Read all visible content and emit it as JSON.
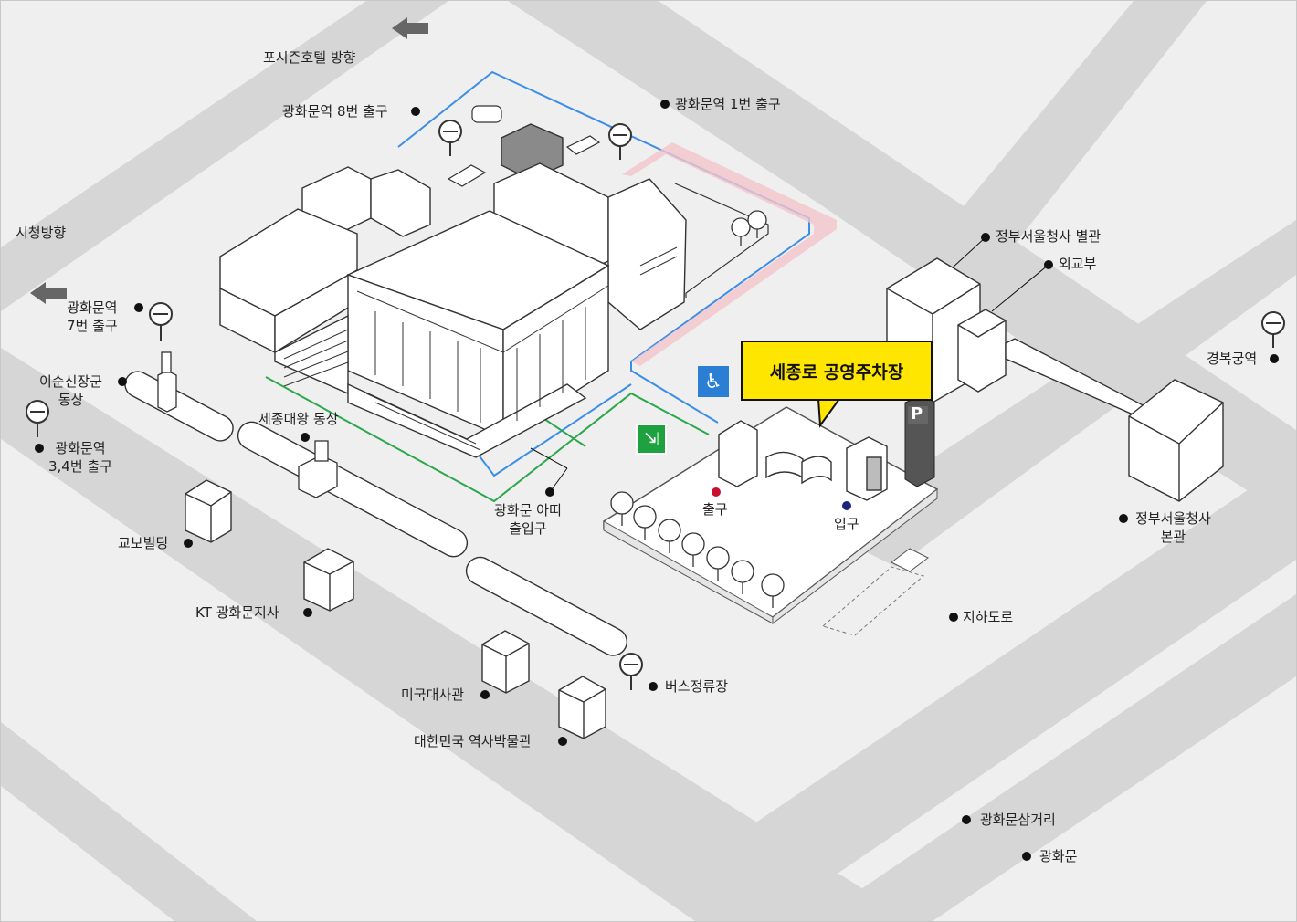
{
  "colors": {
    "road": "#d6d6d6",
    "ground": "#efefef",
    "building": "#ffffff",
    "callout": "#ffe600",
    "route_blue": "#3b8ee8",
    "route_green": "#2aa84a",
    "route_red": "#e7a9b2",
    "exit_dot": "#c8102e",
    "entry_dot": "#1a237e"
  },
  "labels": {
    "four_seasons": "포시즌호텔 방향",
    "exit8": "광화문역 8번 출구",
    "exit1": "광화문역 1번 출구",
    "city_hall": "시청방향",
    "exit7": "광화문역\n7번 출구",
    "yi_sun_sin": "이순신장군\n동상",
    "exit34": "광화문역\n3,4번 출구",
    "sejong_statue": "세종대왕 동상",
    "kyobo": "교보빌딩",
    "kt": "KT 광화문지사",
    "us_embassy": "미국대사관",
    "museum": "대한민국 역사박물관",
    "bus_stop": "버스정류장",
    "arte_entrance": "광화문 아띠\n출입구",
    "exit_gate": "출구",
    "entry_gate": "입구",
    "gov_annex": "정부서울청사 별관",
    "mofa": "외교부",
    "gyeongbokgung": "경복궁역",
    "gov_main": "정부서울청사\n본관",
    "underpass": "지하도로",
    "intersection": "광화문삼거리",
    "gwanghwamun": "광화문"
  },
  "parking": {
    "title": "세종로 공영주차장",
    "sign": "P"
  },
  "icons": [
    "arrow-left-icon",
    "subway-sign-icon",
    "wheelchair-icon",
    "emergency-exit-icon",
    "parking-sign-icon",
    "tree-icon",
    "statue-icon"
  ]
}
